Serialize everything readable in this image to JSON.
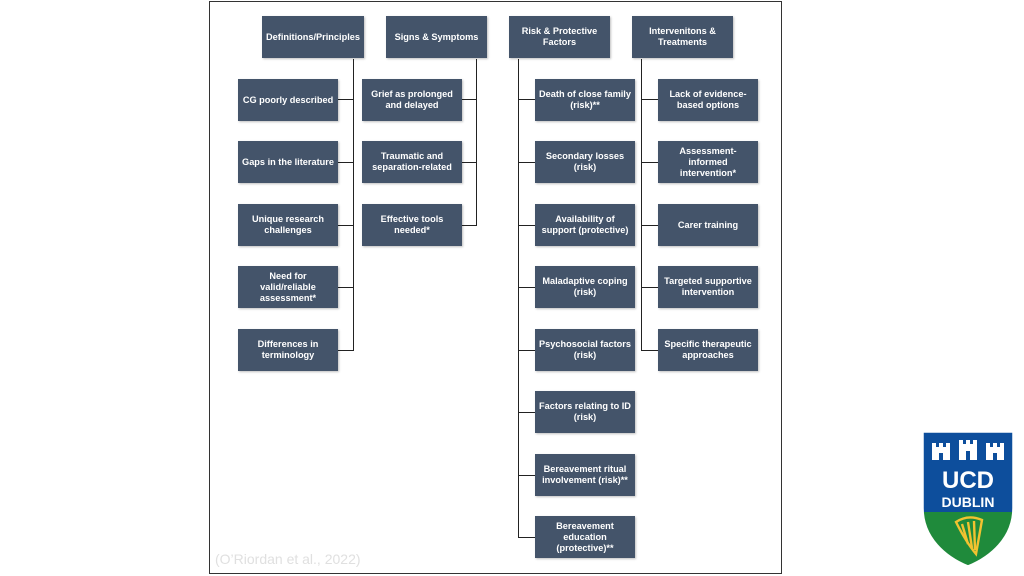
{
  "headers": {
    "definitions": "Definitions/Principles",
    "signs": "Signs & Symptoms",
    "risk": "Risk & Protective\nFactors",
    "interventions": "Intervenitons &\nTreatments"
  },
  "definitions_items": [
    "CG poorly described",
    "Gaps in the literature",
    "Unique research\nchallenges",
    "Need for\nvalid/reliable\nassessment*",
    "Differences in\nterminology"
  ],
  "signs_items": [
    "Grief as prolonged\nand delayed",
    "Traumatic and\nseparation-related",
    "Effective tools\nneeded*"
  ],
  "risk_items": [
    "Death of close family\n(risk)**",
    "Secondary losses\n(risk)",
    "Availability of\nsupport (protective)",
    "Maladaptive coping\n(risk)",
    "Psychosocial factors\n(risk)",
    "Factors relating to ID\n(risk)",
    "Bereavement ritual\ninvolvement (risk)**",
    "Bereavement\neducation\n(protective)**"
  ],
  "interventions_items": [
    "Lack of evidence-\nbased options",
    "Assessment-\ninformed\nintervention*",
    "Carer training",
    "Targeted supportive\nintervention",
    "Specific therapeutic\napproaches"
  ],
  "citation": "(O’Riordan et al., 2022)",
  "logo": {
    "line1": "UCD",
    "line2": "DUBLIN"
  },
  "colors": {
    "box": "#44546a",
    "logo_blue": "#0d4e9c",
    "logo_green": "#1f8a3b"
  }
}
